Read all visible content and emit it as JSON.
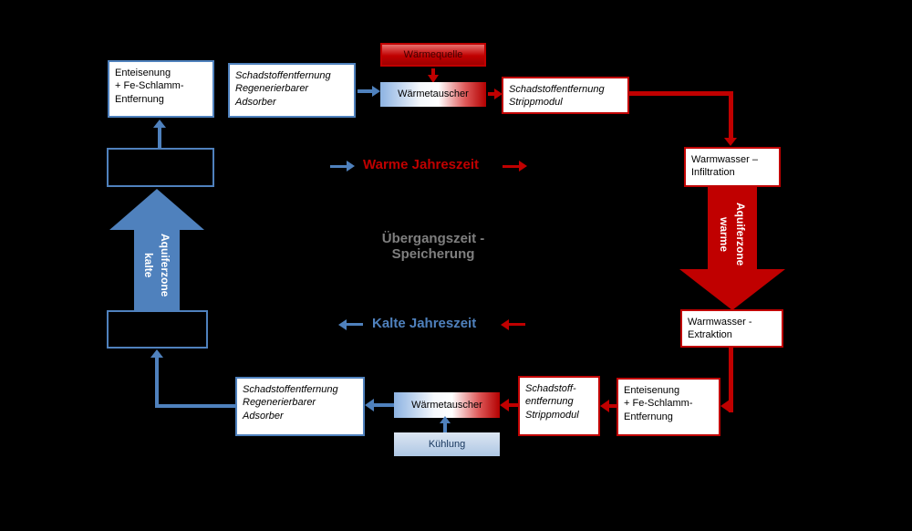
{
  "colors": {
    "blue": "#4f81bd",
    "red": "#c00000",
    "gray": "#7f7f7f"
  },
  "boxes": {
    "enteisenung_top": {
      "text": "Enteisenung\n+ Fe-Schlamm-\nEntfernung"
    },
    "adsorber_top": {
      "text": "Schadstoffentfernung\nRegenerierbarer\nAdsorber"
    },
    "waermequelle": {
      "text": "Wärmequelle"
    },
    "waermetauscher_top": {
      "text": "Wärmetauscher"
    },
    "strippmodul_top": {
      "text": "Schadstoffentfernung\nStrippmodul"
    },
    "infiltration": {
      "text": "Warmwasser –\nInfiltration"
    },
    "extraktion": {
      "text": "Warmwasser -\nExtraktion"
    },
    "enteisenung_bottom": {
      "text": "Enteisenung\n+ Fe-Schlamm-\nEntfernung"
    },
    "strippmodul_bottom": {
      "text": "Schadstoff-\nentfernung\nStrippmodul"
    },
    "waermetauscher_bottom": {
      "text": "Wärmetauscher"
    },
    "kuehlung": {
      "text": "Kühlung"
    },
    "adsorber_bottom": {
      "text": "Schadstoffentfernung\nRegenerierbarer\nAdsorber"
    }
  },
  "arrows": {
    "warm_aquifer": {
      "text": "warme\nAquiferzone"
    },
    "cold_aquifer": {
      "text": "kalte\nAquiferzone"
    }
  },
  "labels": {
    "warm_season": "Warme Jahreszeit",
    "cold_season": "Kalte Jahreszeit",
    "transition": "Übergangszeit -\nSpeicherung"
  }
}
